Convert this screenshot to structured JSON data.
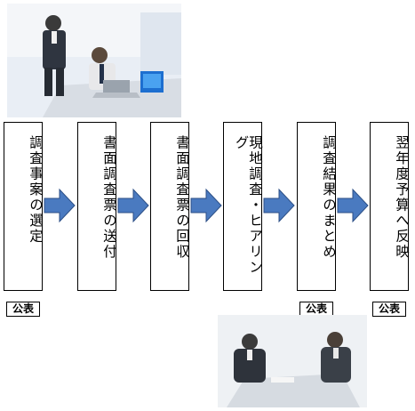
{
  "steps": [
    {
      "label": "調査事案の選定"
    },
    {
      "label": "書面調査票の送付"
    },
    {
      "label": "書面調査票の回収"
    },
    {
      "label": "現地調査・ヒアリング"
    },
    {
      "label": "調査結果のまとめ"
    },
    {
      "label": "翌年度予算へ反映"
    }
  ],
  "tags": [
    {
      "label": "公表",
      "step": 1
    },
    {
      "label": "公表",
      "step": 5
    },
    {
      "label": "公表",
      "step": 6
    }
  ],
  "colors": {
    "arrow_fill": "#4a7ac0",
    "arrow_stroke": "#2c4f86",
    "box_border": "#000000"
  },
  "photos": [
    {
      "name": "office-meeting-photo"
    },
    {
      "name": "interview-photo"
    }
  ]
}
